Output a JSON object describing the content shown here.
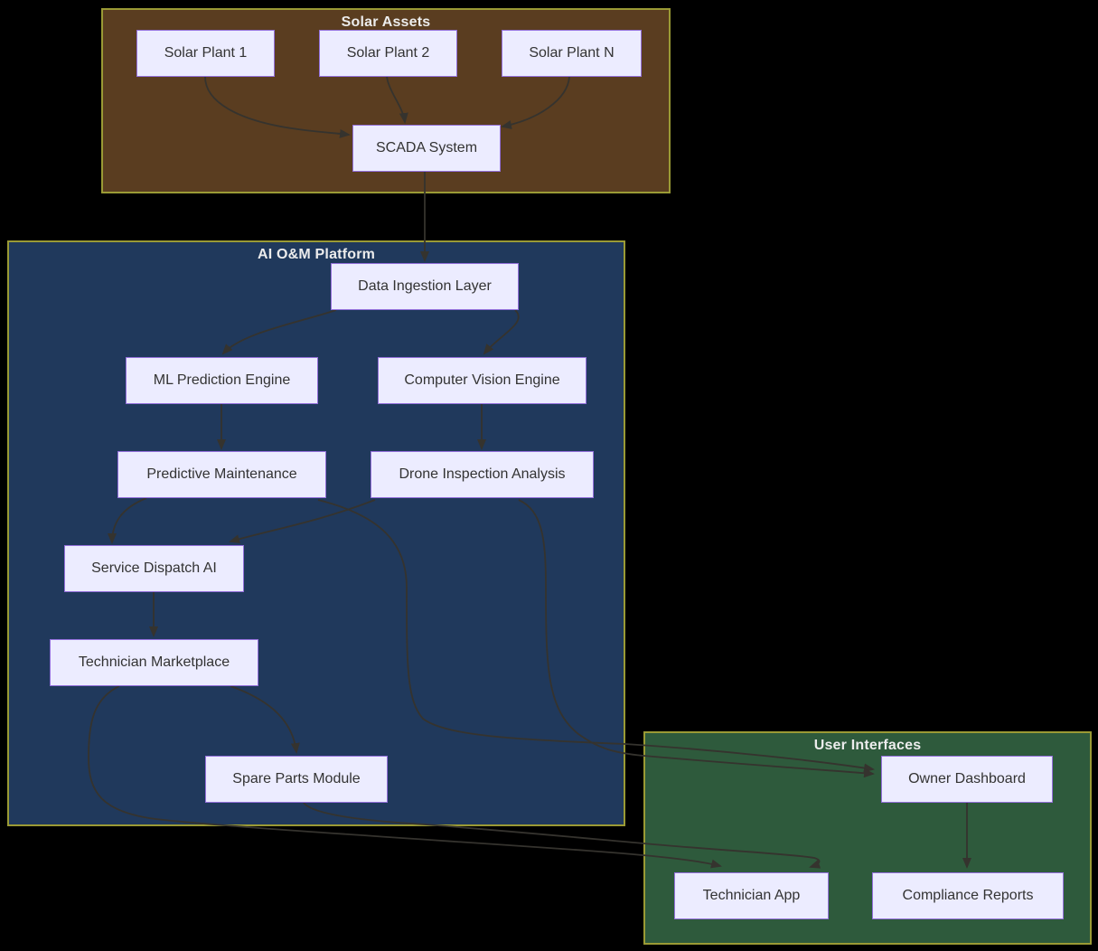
{
  "diagram": {
    "type": "flowchart",
    "background_color": "#000000",
    "cluster_border_color": "#9a9a35",
    "node_style": {
      "fill": "#ececff",
      "border": "#9370db",
      "text": "#333333"
    },
    "edge_color": "#35332e",
    "clusters": [
      {
        "title": "Solar Assets",
        "fill": "#5a3d20",
        "nodes": [
          {
            "label": "Solar Plant 1"
          },
          {
            "label": "Solar Plant 2"
          },
          {
            "label": "Solar Plant N"
          },
          {
            "label": "SCADA System"
          }
        ]
      },
      {
        "title": "AI O&M Platform",
        "fill": "#20395c",
        "nodes": [
          {
            "label": "Data Ingestion Layer"
          },
          {
            "label": "ML Prediction Engine"
          },
          {
            "label": "Computer Vision Engine"
          },
          {
            "label": "Predictive Maintenance"
          },
          {
            "label": "Drone Inspection Analysis"
          },
          {
            "label": "Service Dispatch AI"
          },
          {
            "label": "Technician Marketplace"
          },
          {
            "label": "Spare Parts Module"
          }
        ]
      },
      {
        "title": "User Interfaces",
        "fill": "#2e5a3c",
        "nodes": [
          {
            "label": "Owner Dashboard"
          },
          {
            "label": "Technician App"
          },
          {
            "label": "Compliance Reports"
          }
        ]
      }
    ],
    "edges": [
      {
        "from": "Solar Plant 1",
        "to": "SCADA System"
      },
      {
        "from": "Solar Plant 2",
        "to": "SCADA System"
      },
      {
        "from": "Solar Plant N",
        "to": "SCADA System"
      },
      {
        "from": "SCADA System",
        "to": "Data Ingestion Layer"
      },
      {
        "from": "Data Ingestion Layer",
        "to": "ML Prediction Engine"
      },
      {
        "from": "Data Ingestion Layer",
        "to": "Computer Vision Engine"
      },
      {
        "from": "ML Prediction Engine",
        "to": "Predictive Maintenance"
      },
      {
        "from": "Computer Vision Engine",
        "to": "Drone Inspection Analysis"
      },
      {
        "from": "Predictive Maintenance",
        "to": "Service Dispatch AI"
      },
      {
        "from": "Drone Inspection Analysis",
        "to": "Service Dispatch AI"
      },
      {
        "from": "Predictive Maintenance",
        "to": "Owner Dashboard"
      },
      {
        "from": "Drone Inspection Analysis",
        "to": "Owner Dashboard"
      },
      {
        "from": "Service Dispatch AI",
        "to": "Technician Marketplace"
      },
      {
        "from": "Technician Marketplace",
        "to": "Spare Parts Module"
      },
      {
        "from": "Technician Marketplace",
        "to": "Technician App"
      },
      {
        "from": "Spare Parts Module",
        "to": "Technician App"
      },
      {
        "from": "Owner Dashboard",
        "to": "Compliance Reports"
      }
    ]
  }
}
